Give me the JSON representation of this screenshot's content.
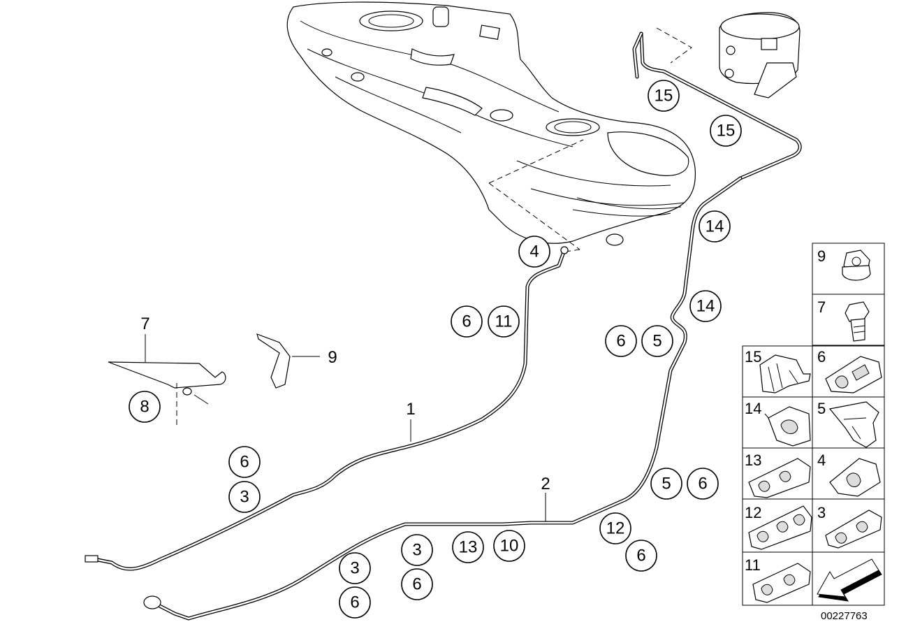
{
  "diagram": {
    "reference_number": "00227763",
    "callouts": [
      "15",
      "15",
      "14",
      "14",
      "4",
      "6",
      "11",
      "6",
      "5",
      "6",
      "3",
      "5",
      "6",
      "12",
      "6",
      "3",
      "13",
      "10",
      "3",
      "6",
      "3",
      "6"
    ],
    "plain_labels": [
      "7",
      "9",
      "1",
      "2"
    ],
    "circled_8": "8",
    "legend": [
      "9",
      "7",
      "15",
      "6",
      "14",
      "5",
      "13",
      "4",
      "12",
      "3",
      "11"
    ]
  }
}
